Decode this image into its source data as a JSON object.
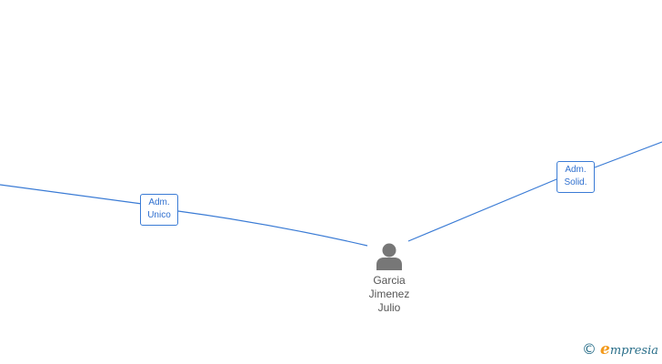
{
  "edges": [
    {
      "label_line1": "Adm.",
      "label_line2": "Unico"
    },
    {
      "label_line1": "Adm.",
      "label_line2": "Solid."
    }
  ],
  "person": {
    "icon": "person-icon",
    "name_line1": "Garcia",
    "name_line2": "Jimenez",
    "name_line3": "Julio"
  },
  "brand": {
    "copyright_symbol": "©",
    "initial": "e",
    "rest": "mpresia"
  },
  "colors": {
    "edge": "#3a7bd5",
    "person_icon": "#777777",
    "brand_accent": "#f39a1c",
    "brand_text": "#2a6f8a"
  }
}
